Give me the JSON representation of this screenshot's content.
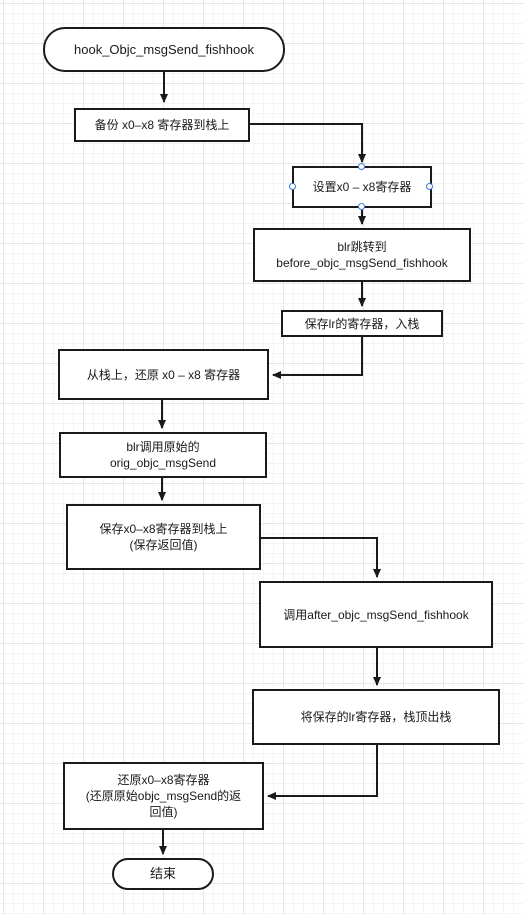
{
  "diagram": {
    "nodes": {
      "start": "hook_Objc_msgSend_fishhook",
      "backup": "备份 x0–x8 寄存器到栈上",
      "set": "设置x0 – x8寄存器",
      "blr_before": "blr跳转到\nbefore_objc_msgSend_fishhook",
      "save_lr": "保存lr的寄存器，入栈",
      "restore1": "从栈上，还原 x0 – x8 寄存器",
      "blr_orig": "blr调用原始的\norig_objc_msgSend",
      "save_ret": "保存x0–x8寄存器到栈上\n(保存返回值)",
      "call_after": "调用after_objc_msgSend_fishhook",
      "pop_lr": "将保存的lr寄存器，栈顶出栈",
      "restore2": "还原x0–x8寄存器\n(还原原始objc_msgSend的返\n回值)",
      "end": "结束"
    },
    "edges": [
      [
        "start",
        "backup"
      ],
      [
        "backup",
        "set"
      ],
      [
        "set",
        "blr_before"
      ],
      [
        "blr_before",
        "save_lr"
      ],
      [
        "save_lr",
        "restore1"
      ],
      [
        "restore1",
        "blr_orig"
      ],
      [
        "blr_orig",
        "save_ret"
      ],
      [
        "save_ret",
        "call_after"
      ],
      [
        "call_after",
        "pop_lr"
      ],
      [
        "pop_lr",
        "restore2"
      ],
      [
        "restore2",
        "end"
      ]
    ],
    "colors": {
      "stroke": "#1a1a1a",
      "selection_handle": "#3b7bd6",
      "grid": "#e6e6e6"
    }
  }
}
